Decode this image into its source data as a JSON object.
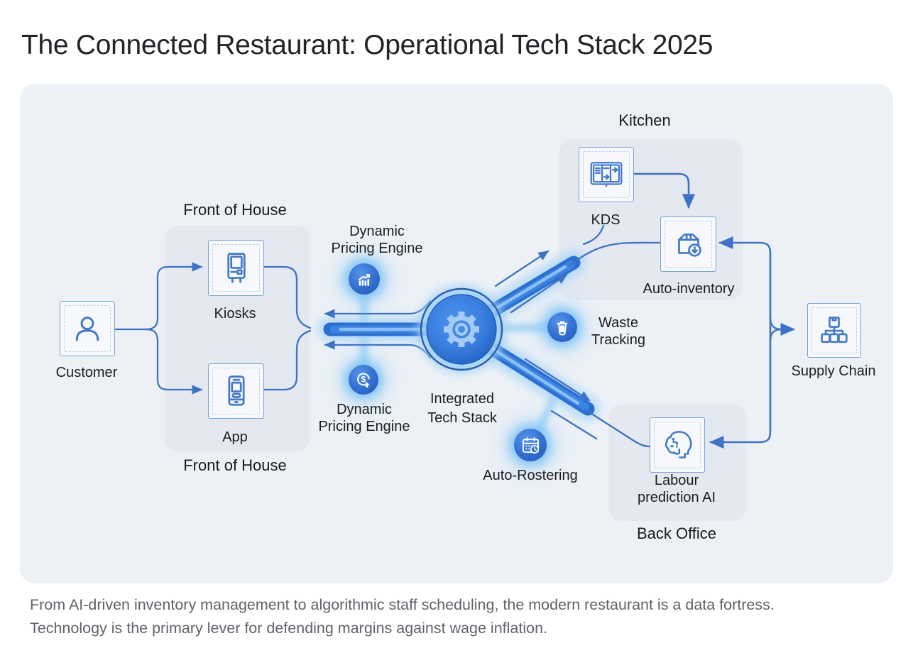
{
  "title": "The Connected Restaurant: Operational Tech Stack 2025",
  "caption": {
    "line1": "From AI-driven inventory management to algorithmic staff scheduling, the modern restaurant is a data fortress.",
    "line2": "Technology is the primary lever for defending margins against wage inflation."
  },
  "groups": {
    "front_of_house": {
      "label": "Front of House",
      "label_repeat": "Front of House"
    },
    "kitchen": {
      "label": "Kitchen"
    },
    "back_office": {
      "label": "Back Office"
    }
  },
  "nodes": {
    "customer": {
      "label": "Customer",
      "icon": "person-icon"
    },
    "kiosks": {
      "label": "Kiosks",
      "icon": "kiosk-icon"
    },
    "app": {
      "label": "App",
      "icon": "smartphone-icon"
    },
    "kds": {
      "label": "KDS",
      "icon": "kitchen-display-icon"
    },
    "auto_inventory": {
      "label": "Auto-inventory",
      "icon": "package-download-icon"
    },
    "supply_chain": {
      "label": "Supply Chain",
      "icon": "distribution-network-icon"
    },
    "labour_prediction_ai": {
      "label_line1": "Labour",
      "label_line2": "prediction AI",
      "icon": "ai-head-icon"
    },
    "integrated_tech_stack": {
      "label_line1": "Integrated",
      "label_line2": "Tech Stack",
      "icon": "gear-icon"
    },
    "dynamic_pricing_top": {
      "label_line1": "Dynamic",
      "label_line2": "Pricing Engine",
      "icon": "trend-chart-icon"
    },
    "dynamic_pricing_bottom": {
      "label_line1": "Dynamic",
      "label_line2": "Pricing Engine",
      "icon": "dollar-refresh-icon"
    },
    "waste_tracking": {
      "label_line1": "Waste",
      "label_line2": "Tracking",
      "icon": "trash-icon"
    },
    "auto_rostering": {
      "label": "Auto-Rostering",
      "icon": "calendar-clock-icon"
    }
  },
  "colors": {
    "connector_blue": "#3e72c4",
    "pipe_blue": "#2f74d6",
    "hub_blue": "#3a7fe0",
    "glow_blue": "#a8d4f6",
    "badge_blue": "#2e6fd0",
    "panel_background": "#edf1f6",
    "group_background": "#e4e9f1",
    "title_text": "#212327",
    "caption_text": "#5f6368"
  }
}
